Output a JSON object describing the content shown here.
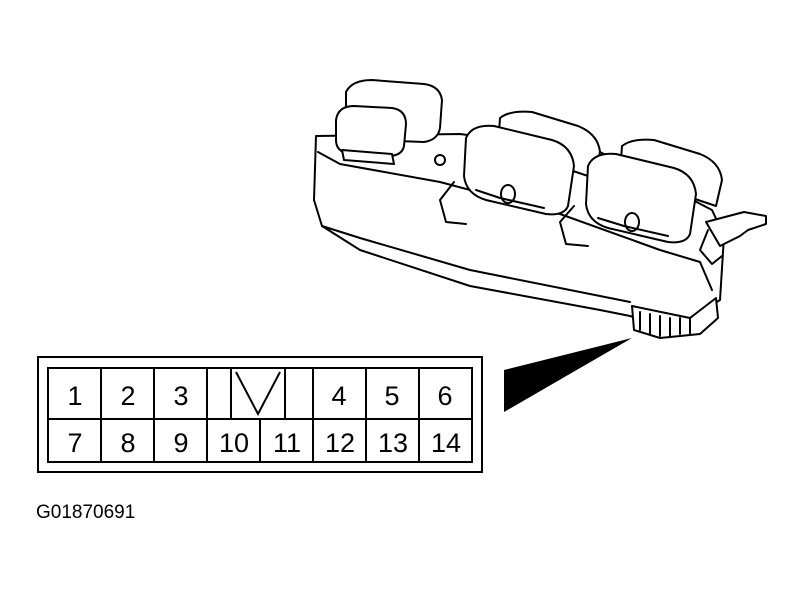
{
  "figure_id": "G01870691",
  "connector": {
    "top_row": [
      "1",
      "2",
      "3",
      "4",
      "5",
      "6"
    ],
    "bottom_row": [
      "7",
      "8",
      "9",
      "10",
      "11",
      "12",
      "13",
      "14"
    ],
    "key_marker": "triangle-key"
  },
  "colors": {
    "ink": "#000000",
    "paper": "#ffffff"
  }
}
